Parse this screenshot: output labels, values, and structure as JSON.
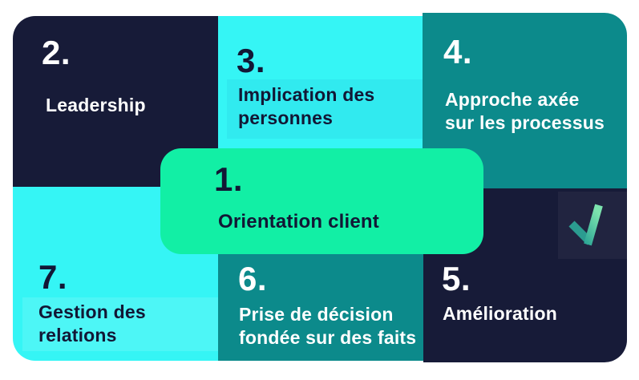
{
  "principles": [
    {
      "number": "1.",
      "label": "Orientation client",
      "lines": [
        "Orientation client"
      ]
    },
    {
      "number": "2.",
      "label": "Leadership",
      "lines": [
        "Leadership"
      ]
    },
    {
      "number": "3.",
      "label": "Implication des personnes",
      "lines": [
        "Implication des",
        "personnes"
      ]
    },
    {
      "number": "4.",
      "label": "Approche axée sur les processus",
      "lines": [
        "Approche axée",
        "sur les processus"
      ]
    },
    {
      "number": "5.",
      "label": "Amélioration",
      "lines": [
        "Amélioration"
      ]
    },
    {
      "number": "6.",
      "label": "Prise de décision fondée sur des faits",
      "lines": [
        "Prise de décision",
        "fondée sur des faits"
      ]
    },
    {
      "number": "7.",
      "label": "Gestion des relations",
      "lines": [
        "Gestion des",
        "relations"
      ]
    }
  ],
  "colors": {
    "navy": "#171B38",
    "cyan": "#35F5F5",
    "teal": "#0C8A8B",
    "green": "#12EFA5",
    "text_dark": "#121735",
    "text_light": "#FFFFFF",
    "check_teal": "#2B9C90",
    "check_light_green": "#7CE3AE"
  },
  "icons": {
    "checkmark": "✓"
  }
}
